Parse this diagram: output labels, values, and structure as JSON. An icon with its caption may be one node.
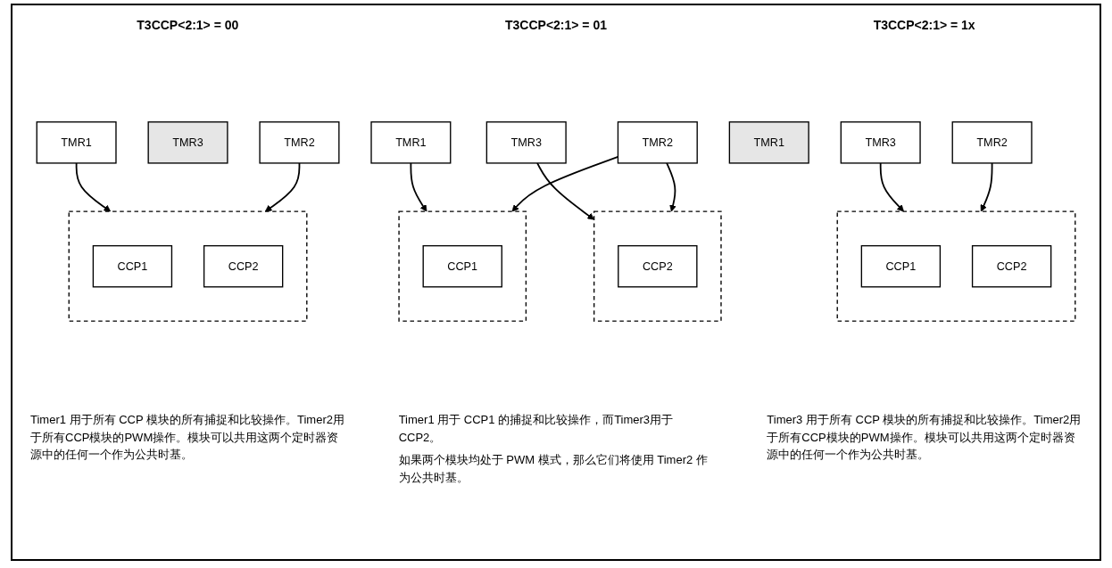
{
  "diagram": {
    "nodes": [
      {
        "text": [
          "TMR1"
        ]
      },
      {
        "text": [
          "TMR3"
        ]
      },
      {
        "text": [],
        "shape": "box"
      },
      {
        "text": [
          "CCP1"
        ],
        "in": 2
      },
      {
        "text": [
          "CCP2"
        ],
        "in": 2
      },
      {
        "text": [
          "TMR2"
        ]
      },
      {
        "text": [
          "TMR1"
        ]
      },
      {
        "text": [
          "TMR3"
        ]
      },
      {
        "text": [],
        "shape": "box"
      },
      {
        "text": [
          "CCP1"
        ],
        "in": 8
      },
      {
        "text": [],
        "shape": "box"
      },
      {
        "text": [
          "CCP2"
        ],
        "in": 10
      },
      {
        "text": [
          "TMR2"
        ]
      },
      {
        "text": [
          "TMR1"
        ]
      },
      {
        "text": [
          "TMR3"
        ]
      },
      {
        "text": [],
        "shape": "box"
      },
      {
        "text": [
          "CCP1"
        ],
        "in": 15
      },
      {
        "text": [
          "CCP2"
        ],
        "in": 15
      },
      {
        "text": [
          "TMR2"
        ]
      }
    ],
    "edges": [
      {
        "from": 0,
        "to": 2,
        "arrow": "to"
      },
      {
        "from": 5,
        "to": 2,
        "arrow": "to"
      },
      {
        "from": 6,
        "to": 8,
        "arrow": "to"
      },
      {
        "from": 7,
        "to": 10,
        "arrow": "to"
      },
      {
        "from": 12,
        "to": 8,
        "arrow": "to"
      },
      {
        "from": 12,
        "to": 10,
        "arrow": "to"
      },
      {
        "from": 14,
        "to": 15,
        "arrow": "to"
      },
      {
        "from": 18,
        "to": 15,
        "arrow": "to"
      }
    ],
    "labels": [
      "T3CCP<2:1> = 00",
      "T3CCP<2:1> = 01",
      "T3CCP<2:1> = 1x",
      "Timer1 用于所有 CCP 模块的所有捕捉和比较操作。Timer2用于所有CCP模块的PWM操作。模块可以共用这两个定时器资源中的任何一个作为公共时基。",
      "Timer1 用于 CCP1 的捕捉和比较操作，而Timer3用于CCP2。",
      "如果两个模块均处于 PWM 模式，那么它们将使用 Timer2 作为公共时基。",
      "Timer3 用于所有 CCP 模块的所有捕捉和比较操作。Timer2用于所有CCP模块的PWM操作。模块可以共用这两个定时器资源中的任何一个作为公共时基。"
    ]
  }
}
